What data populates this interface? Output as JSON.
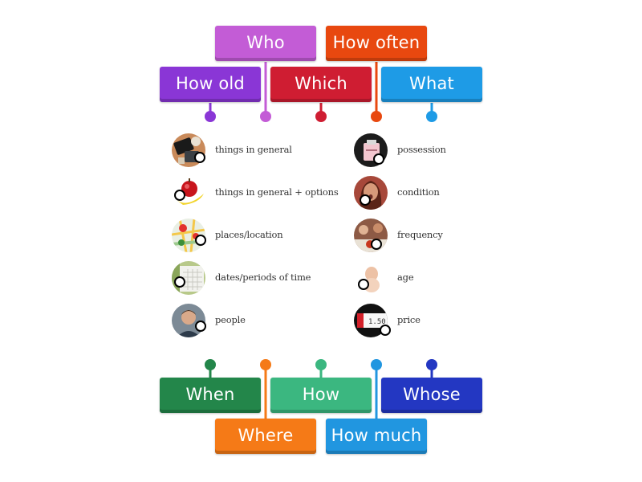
{
  "colors": {
    "who": "#c35cd6",
    "how_often": "#e8480f",
    "how_old": "#8a36d6",
    "which": "#cf1d32",
    "what": "#1e9be6",
    "when": "#23864a",
    "how": "#3bb780",
    "whose": "#2337c2",
    "where": "#f57a17",
    "how_much": "#2196e0"
  },
  "top_tiles": {
    "who": "Who",
    "how_often": "How often",
    "how_old": "How old",
    "which": "Which",
    "what": "What"
  },
  "bottom_tiles": {
    "when": "When",
    "how": "How",
    "whose": "Whose",
    "where": "Where",
    "how_much": "How much"
  },
  "left_items": [
    {
      "label": "things in general",
      "icon": "tablet-photo"
    },
    {
      "label": "things in general + options",
      "icon": "apple-banana-photo"
    },
    {
      "label": "places/location",
      "icon": "map-pins-photo"
    },
    {
      "label": "dates/periods of time",
      "icon": "calendar-photo"
    },
    {
      "label": "people",
      "icon": "man-portrait-photo"
    }
  ],
  "right_items": [
    {
      "label": "possession",
      "icon": "name-tag-photo"
    },
    {
      "label": "condition",
      "icon": "surprised-woman-photo"
    },
    {
      "label": "frequency",
      "icon": "people-eating-photo"
    },
    {
      "label": "age",
      "icon": "baby-photo"
    },
    {
      "label": "price",
      "icon": "price-tag-photo"
    }
  ]
}
